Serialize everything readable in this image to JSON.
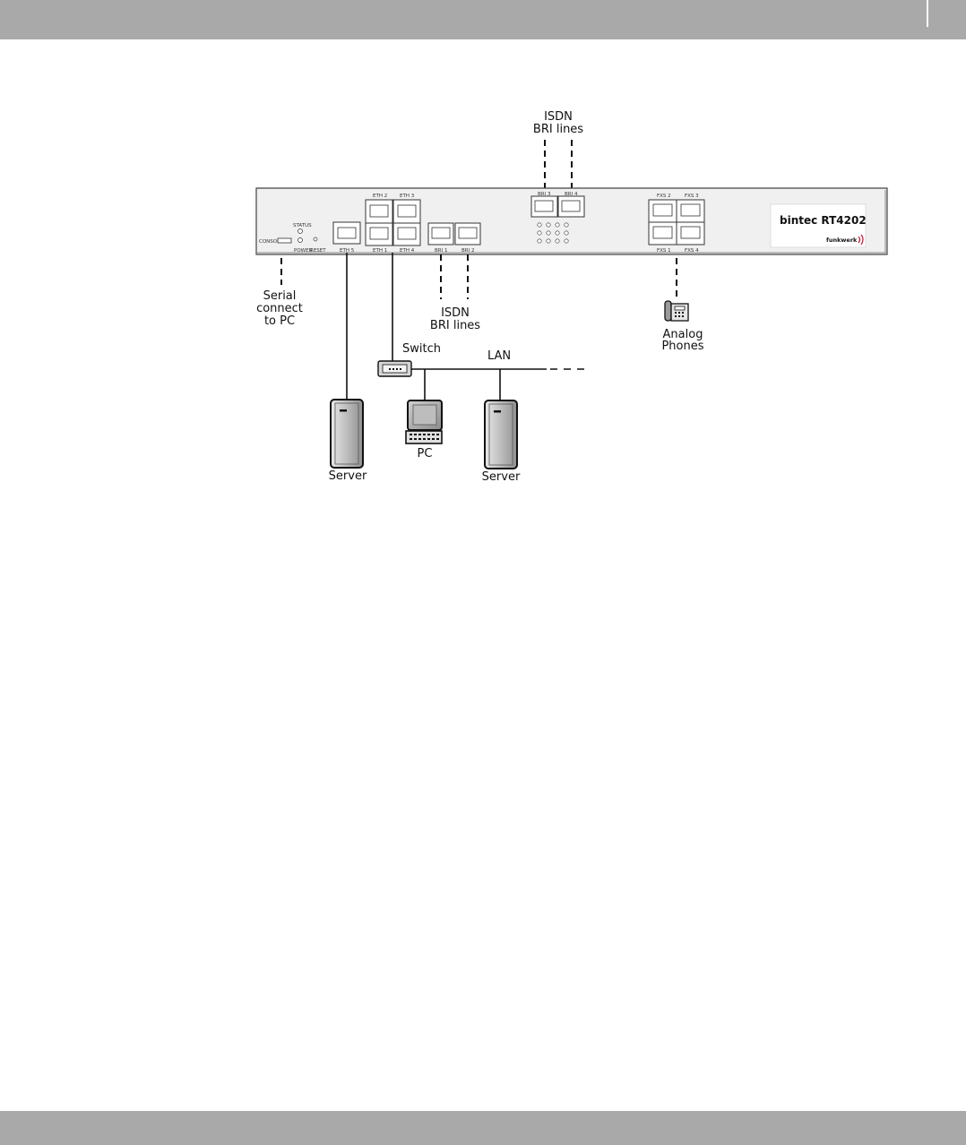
{
  "labels": {
    "isdn_top_line1": "ISDN",
    "isdn_top_line2": "BRI lines",
    "isdn_bottom_line1": "ISDN",
    "isdn_bottom_line2": "BRI lines",
    "serial_line1": "Serial",
    "serial_line2": "connect",
    "serial_line3": "to PC",
    "switch": "Switch",
    "lan": "LAN",
    "analog_line1": "Analog",
    "analog_line2": "Phones",
    "server_left": "Server",
    "pc": "PC",
    "server_right": "Server"
  },
  "device": {
    "brand": "bintec RT4202",
    "maker": "funkwerk",
    "ports": {
      "console": "CONSOLE",
      "status": "STATUS",
      "power": "POWER",
      "reset": "RESET",
      "eth5": "ETH 5",
      "eth2": "ETH 2",
      "eth3": "ETH 3",
      "eth1": "ETH 1",
      "eth4": "ETH 4",
      "bri1": "BRI 1",
      "bri2": "BRI 2",
      "bri3": "BRI 3",
      "bri4": "BRI 4",
      "fxs2": "FXS 2",
      "fxs3": "FXS 3",
      "fxs1": "FXS 1",
      "fxs4": "FXS 4"
    }
  },
  "colors": {
    "band": "#a9a9a9",
    "device_body": "#f0f0f0",
    "line": "#111111"
  }
}
